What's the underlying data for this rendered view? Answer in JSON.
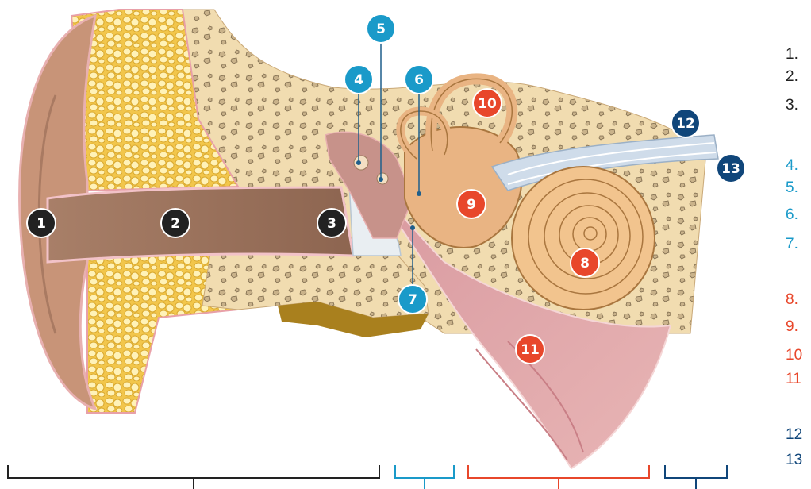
{
  "diagram": {
    "colors": {
      "outer": "#222222",
      "middle": "#1a9ac9",
      "inner": "#e8472b",
      "nerve": "#10467a"
    },
    "markers": [
      {
        "num": "1",
        "group": "outer"
      },
      {
        "num": "2",
        "group": "outer"
      },
      {
        "num": "3",
        "group": "outer"
      },
      {
        "num": "4",
        "group": "middle"
      },
      {
        "num": "5",
        "group": "middle"
      },
      {
        "num": "6",
        "group": "middle"
      },
      {
        "num": "7",
        "group": "middle"
      },
      {
        "num": "8",
        "group": "inner"
      },
      {
        "num": "9",
        "group": "inner"
      },
      {
        "num": "10",
        "group": "inner"
      },
      {
        "num": "11",
        "group": "inner"
      },
      {
        "num": "12",
        "group": "nerve"
      },
      {
        "num": "13",
        "group": "nerve"
      }
    ],
    "legend": [
      {
        "text": "1.",
        "group": "outer"
      },
      {
        "text": "2.",
        "group": "outer"
      },
      {
        "text": "3.",
        "group": "outer"
      },
      {
        "text": "4.",
        "group": "middle"
      },
      {
        "text": "5.",
        "group": "middle"
      },
      {
        "text": "6.",
        "group": "middle"
      },
      {
        "text": "7.",
        "group": "middle"
      },
      {
        "text": "8.",
        "group": "inner"
      },
      {
        "text": "9.",
        "group": "inner"
      },
      {
        "text": "10",
        "group": "inner"
      },
      {
        "text": "11",
        "group": "inner"
      },
      {
        "text": "12",
        "group": "nerve"
      },
      {
        "text": "13",
        "group": "nerve"
      }
    ],
    "brackets": [
      {
        "group": "outer"
      },
      {
        "group": "middle"
      },
      {
        "group": "inner"
      },
      {
        "group": "nerve"
      }
    ]
  }
}
